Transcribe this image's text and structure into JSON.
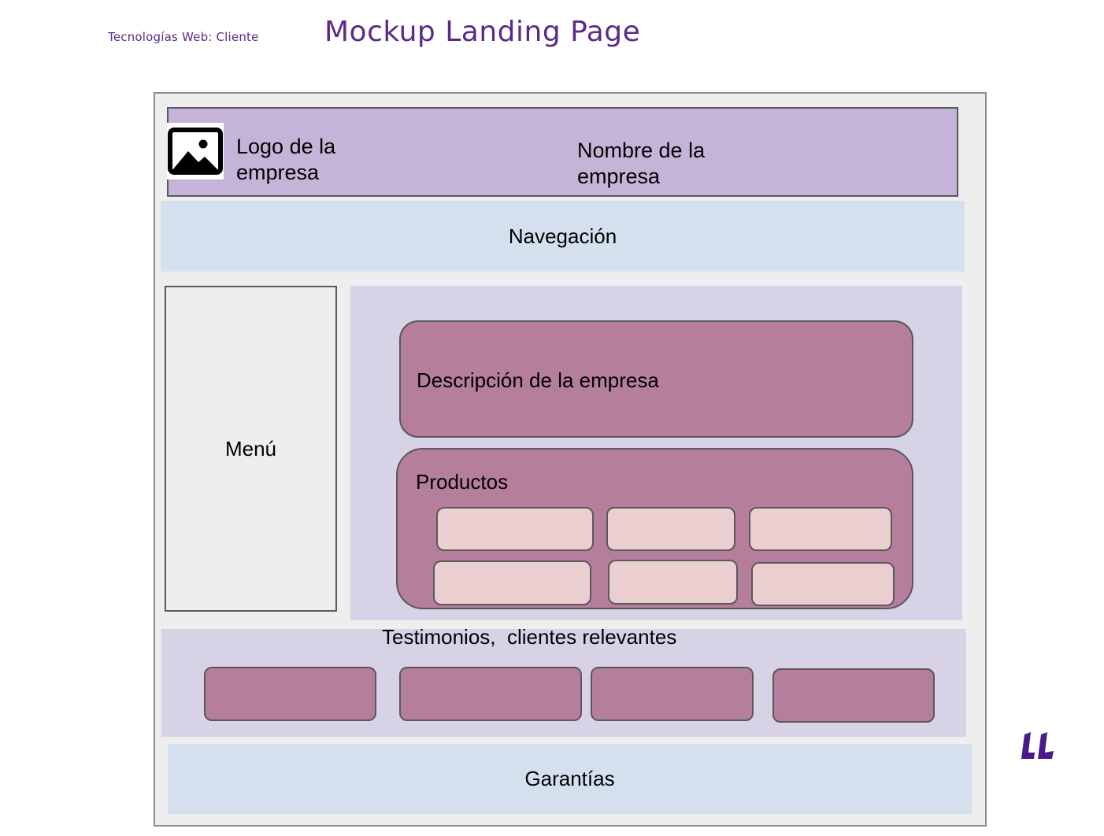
{
  "slide": {
    "course": "Tecnologías Web: Cliente",
    "title": "Mockup Landing Page"
  },
  "mockup": {
    "header": {
      "logo_icon": "image-icon",
      "logo_label": "Logo de la empresa",
      "company_name": "Nombre de la empresa"
    },
    "navigation": "Navegación",
    "menu": "Menú",
    "description": "Descripción de la empresa",
    "products": {
      "label": "Productos",
      "card_count": 6
    },
    "testimonials": {
      "label": "Testimonios,  clientes relevantes",
      "card_count": 4
    },
    "guarantees": "Garantías"
  },
  "colors": {
    "title": "#5b2a86",
    "header_fill": "#c5b4d7",
    "nav_fill": "#d5e0ef",
    "main_fill": "#d8d2e6",
    "card_fill": "#b57e9c",
    "product_card_fill": "#ebcfd0",
    "frame_fill": "#eeeeee"
  },
  "brand_icon": "institution-logo-icon"
}
